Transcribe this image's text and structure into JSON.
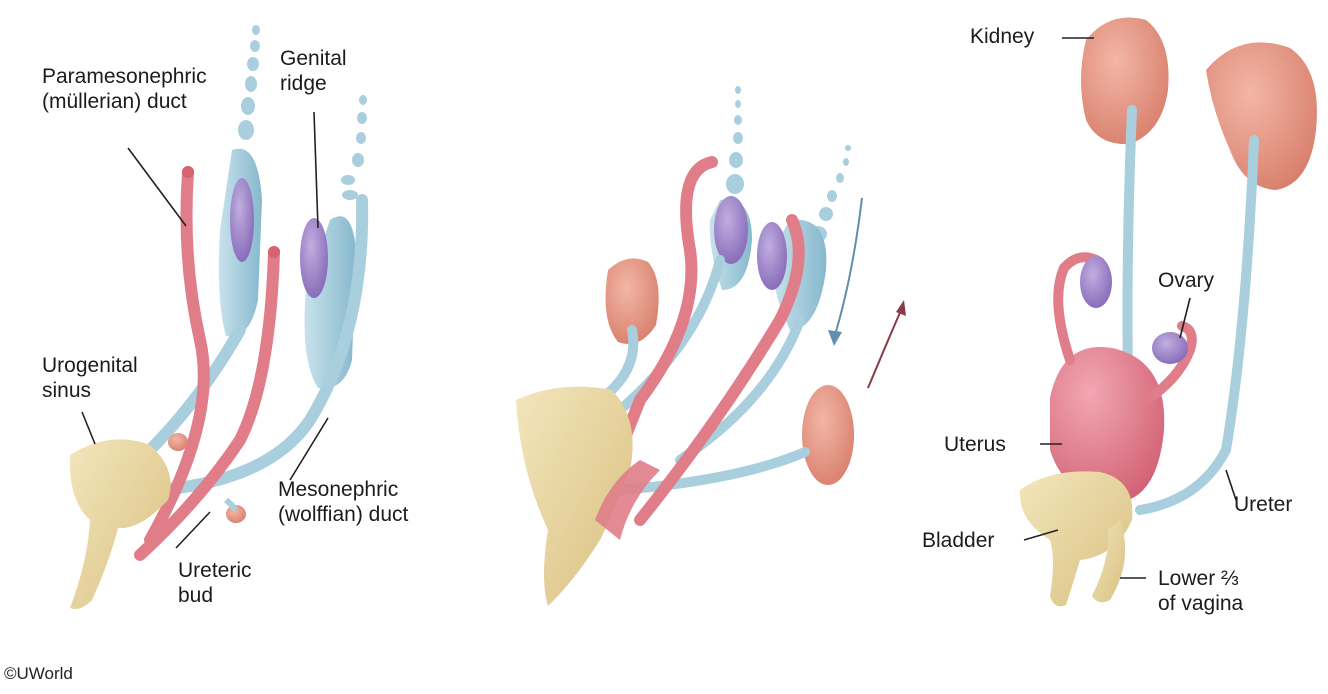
{
  "labels": {
    "paramesonephric": [
      "Paramesonephric",
      "(müllerian) duct"
    ],
    "genital_ridge": [
      "Genital",
      "ridge"
    ],
    "urogenital_sinus": [
      "Urogenital",
      "sinus"
    ],
    "mesonephric": [
      "Mesonephric",
      "(wolffian) duct"
    ],
    "ureteric_bud": [
      "Ureteric",
      "bud"
    ],
    "kidney": "Kidney",
    "ovary": "Ovary",
    "uterus": "Uterus",
    "ureter": "Ureter",
    "bladder": "Bladder",
    "lower_vagina": [
      "Lower ⅔",
      "of vagina"
    ]
  },
  "copyright": "©UWorld",
  "colors": {
    "duct_blue": "#a9cfdf",
    "duct_blue_dark": "#7fb3c9",
    "mullerian_pink": "#e07d88",
    "mullerian_dark": "#c45a68",
    "gonad_purple": "#9d86c8",
    "kidney_salmon": "#e79a88",
    "sinus_beige": "#ead7a0",
    "uterus_pink": "#e57c8c",
    "leader_line": "#222222",
    "arrow_down": "#5f8faa",
    "arrow_up": "#8a3a48"
  }
}
